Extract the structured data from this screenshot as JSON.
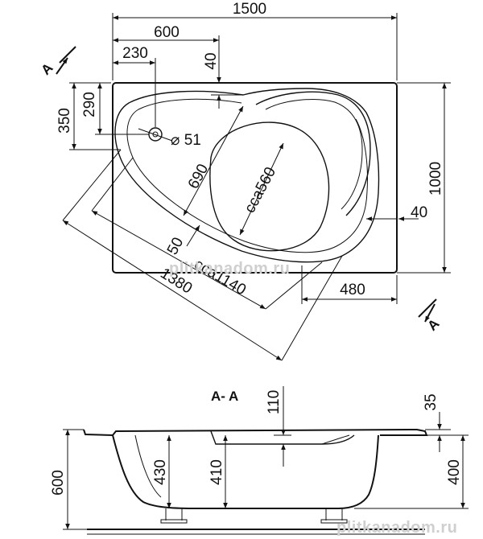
{
  "colors": {
    "line": "#111111",
    "background": "#ffffff",
    "watermark": "#cfcfcf"
  },
  "plan_view": {
    "dim_total_length": "1500",
    "dim_width": "1000",
    "dim_600": "600",
    "dim_230": "230",
    "dim_40_top": "40",
    "dim_350": "350",
    "dim_290": "290",
    "dim_drain": "⌀ 51",
    "dim_690": "690",
    "dim_cca560": "cca560",
    "dim_40_right": "40",
    "dim_50": "50",
    "dim_1380": "1380",
    "dim_cca1140": "cca1140",
    "dim_480": "480",
    "section_marker": "A"
  },
  "section_view": {
    "title": "A- A",
    "dim_110": "110",
    "dim_35": "35",
    "dim_600": "600",
    "dim_430": "430",
    "dim_410": "410",
    "dim_400": "400"
  },
  "watermark": "plitkanadom.ru"
}
